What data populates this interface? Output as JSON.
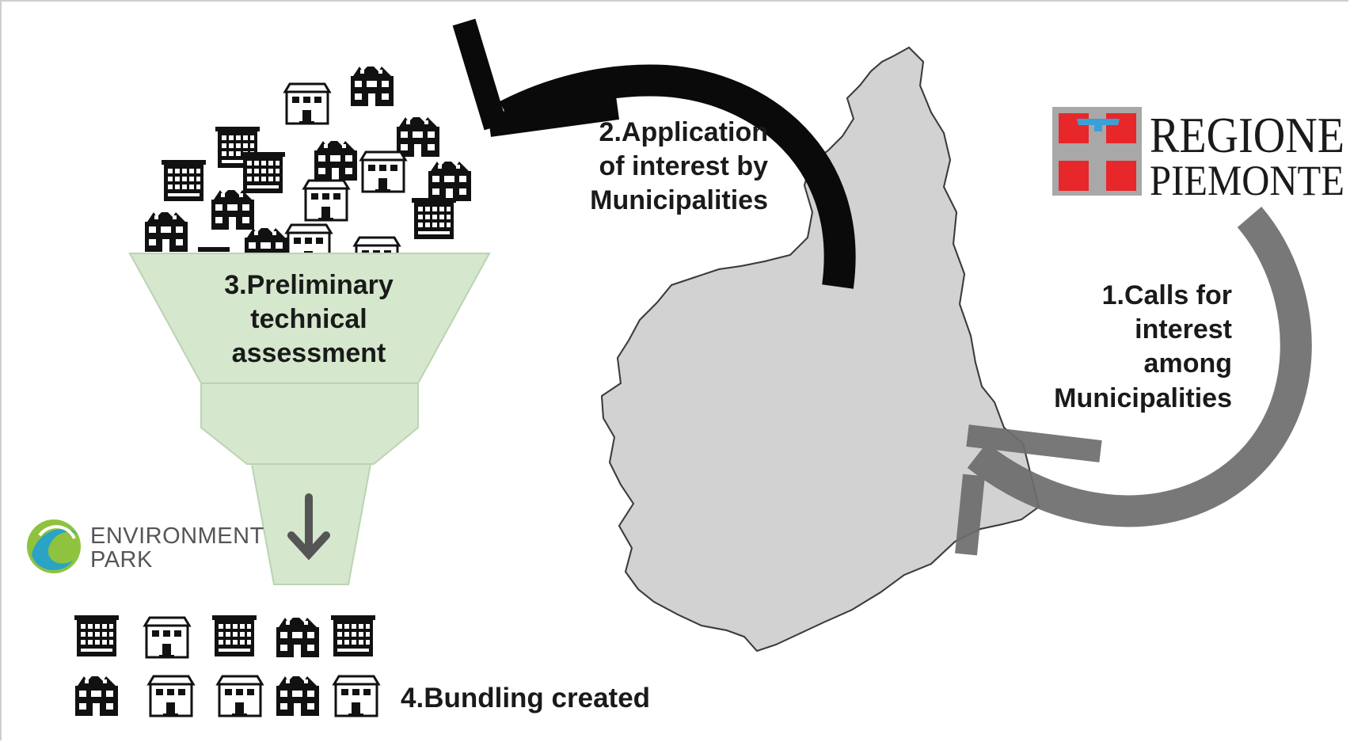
{
  "step1": {
    "lines": [
      "1.Calls for",
      "interest",
      "among",
      "Municipalities"
    ]
  },
  "step2": {
    "lines": [
      "2.Application",
      "of interest by",
      "Municipalities"
    ]
  },
  "step3": {
    "lines": [
      "3.Preliminary",
      "technical",
      "assessment"
    ]
  },
  "step4": {
    "label": "4.Bundling created"
  },
  "regione_logo": {
    "line1": "REGIONE",
    "line2": "PIEMONTE",
    "colors": {
      "red": "#e8272a",
      "grey": "#a8a8a8",
      "blue": "#3aa0d8"
    }
  },
  "environment_park_logo": {
    "line1": "ENVIRONMENT",
    "line2": "PARK"
  },
  "colors": {
    "funnel": "#d5e7cd",
    "map_fill": "#d2d2d2",
    "map_stroke": "#3c3c3c",
    "arrow_black": "#0a0a0a",
    "arrow_grey": "#6d6d6d"
  },
  "icons": {
    "funnel_arrow": "down-arrow-icon",
    "buildings": "building-icon",
    "houses": "house-icon"
  }
}
